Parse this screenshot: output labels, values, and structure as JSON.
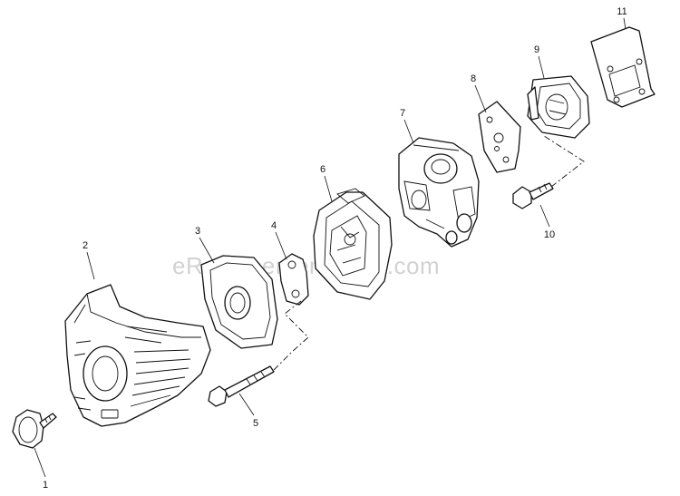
{
  "watermark": "eReplacementParts.com",
  "parts": [
    {
      "id": "1",
      "name": "knob"
    },
    {
      "id": "2",
      "name": "air-cleaner-cover"
    },
    {
      "id": "3",
      "name": "air-filter"
    },
    {
      "id": "4",
      "name": "gasket"
    },
    {
      "id": "5",
      "name": "bolt"
    },
    {
      "id": "6",
      "name": "air-cleaner-case"
    },
    {
      "id": "7",
      "name": "carburetor"
    },
    {
      "id": "8",
      "name": "gasket"
    },
    {
      "id": "9",
      "name": "insulator"
    },
    {
      "id": "10",
      "name": "bolt"
    },
    {
      "id": "11",
      "name": "gasket"
    }
  ]
}
